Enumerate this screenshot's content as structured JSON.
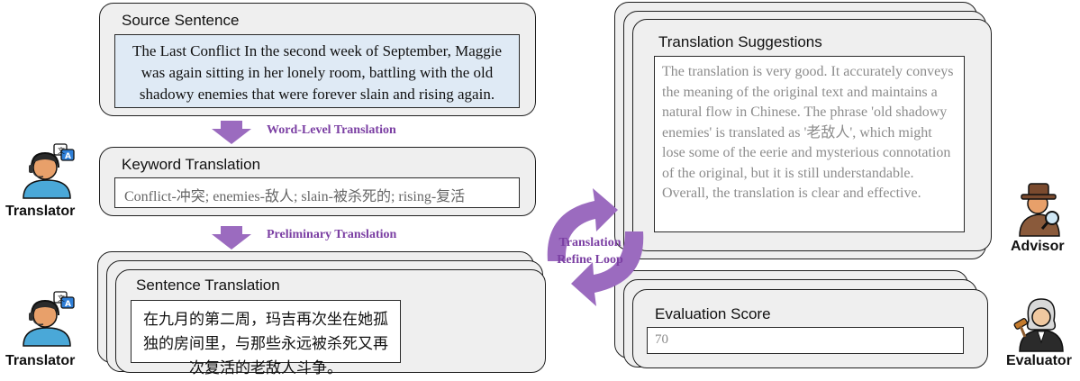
{
  "source": {
    "title": "Source Sentence",
    "text": "The Last Conflict In the second week of September, Maggie was again sitting in her lonely room, battling with the old shadowy enemies that were forever slain and rising again."
  },
  "steps": {
    "word_level": "Word-Level Translation",
    "preliminary": "Preliminary Translation"
  },
  "keyword": {
    "title": "Keyword Translation",
    "text": "Conflict-冲突; enemies-敌人; slain-被杀死的; rising-复活"
  },
  "sentence": {
    "title": "Sentence Translation",
    "text": "在九月的第二周，玛吉再次坐在她孤独的房间里，与那些永远被杀死又再次复活的老敌人斗争。"
  },
  "suggestions": {
    "title": "Translation Suggestions",
    "text": "The translation is very good. It accurately conveys the meaning of the original text and maintains a natural flow in Chinese. The phrase 'old shadowy enemies' is translated as '老敌人', which might lose some of the eerie and mysterious connotation of the original, but it is still understandable. Overall, the translation is clear and effective."
  },
  "evaluation": {
    "title": "Evaluation Score",
    "score": "70"
  },
  "loop": {
    "line1": "Translation",
    "line2": "Refine Loop"
  },
  "agents": {
    "translator_top": "Translator",
    "translator_bottom": "Translator",
    "advisor": "Advisor",
    "evaluator": "Evaluator"
  },
  "icons": [
    "translator-icon",
    "advisor-icon",
    "evaluator-icon",
    "translate-badge-icon"
  ],
  "colors": {
    "accent": "#9b6bbf",
    "label": "#7b3fa3",
    "card": "#efefef",
    "source_box": "#dfeaf5"
  }
}
